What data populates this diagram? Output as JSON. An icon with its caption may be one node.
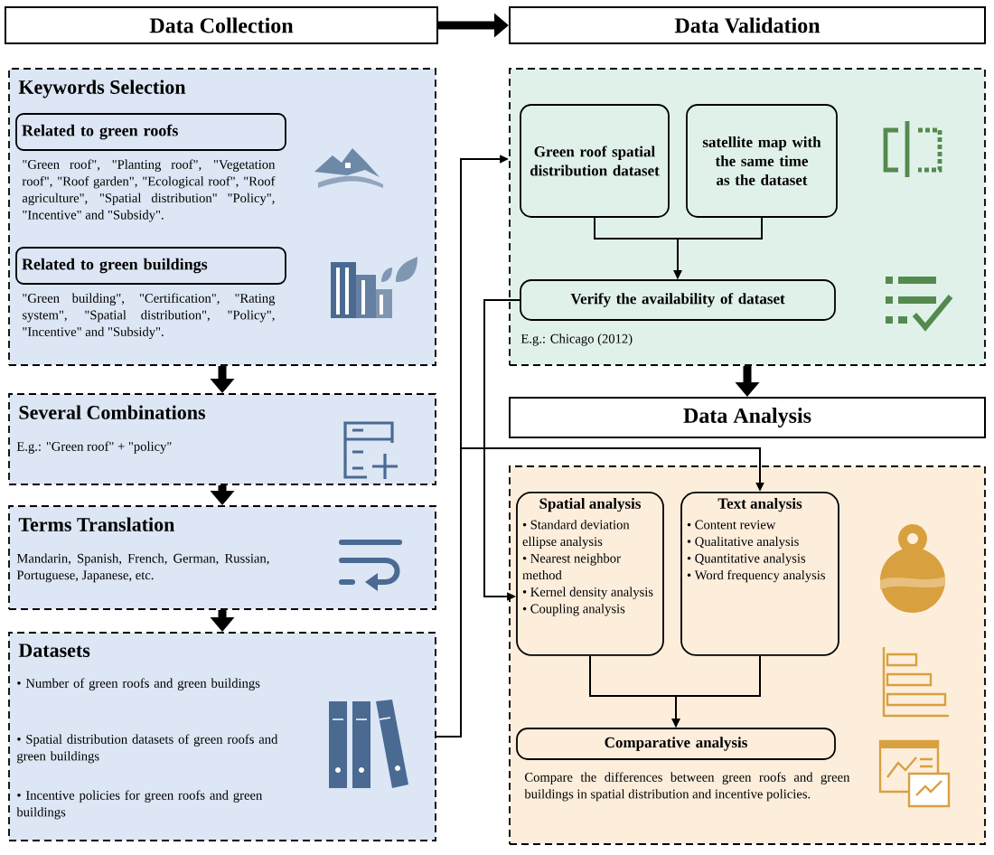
{
  "diagram": {
    "nodes": [
      {
        "text": [
          "Data Collection"
        ]
      },
      {
        "text": [
          "Data Validation"
        ]
      },
      {
        "text": [
          "Keywords Selection"
        ]
      },
      {
        "text": [
          "Related to green roofs"
        ],
        "in": 2,
        "beside": [
          "\"Green roof\", \"Planting roof\", \"Vegetation roof\", \"Roof garden\", \"Ecological roof\", \"Roof agriculture\", \"Spatial distribution\" \"Policy\", \"Incentive\" and \"Subsidy\"."
        ]
      },
      {
        "text": [
          "Related to green buildings"
        ],
        "in": 2,
        "beside": [
          "\"Green building\", \"Certification\", \"Rating system\", \"Spatial distribution\", \"Policy\", \"Incentive\" and \"Subsidy\"."
        ]
      },
      {
        "text": [
          "Several Combinations",
          "E.g.: \"Green roof\" + \"policy\""
        ]
      },
      {
        "text": [
          "Terms Translation",
          "Mandarin, Spanish, French, German, Russian, Portuguese, Japanese, etc."
        ]
      },
      {
        "text": [
          "Datasets",
          "• Number of green roofs and green buildings",
          "• Spatial distribution datasets of green roofs and green buildings",
          "• Incentive policies for green roofs and green buildings"
        ]
      },
      {
        "text": [
          "E.g.: Chicago (2012)"
        ]
      },
      {
        "text": [
          "Green roof spatial distribution dataset"
        ],
        "in": 8
      },
      {
        "text": [
          "satellite map with the same time as the dataset"
        ],
        "in": 8
      },
      {
        "text": [
          "Verify the availability of dataset"
        ],
        "in": 8
      },
      {
        "text": [
          "Data Analysis"
        ]
      },
      {
        "text": [],
        "shape": "box"
      },
      {
        "text": [
          "Spatial analysis",
          "• Standard deviation ellipse analysis",
          "• Nearest neighbor method",
          "• Kernel density analysis",
          "• Coupling analysis"
        ],
        "in": 13
      },
      {
        "text": [
          "Text analysis",
          "• Content review",
          "• Qualitative analysis",
          "• Quantitative analysis",
          "• Word frequency analysis"
        ],
        "in": 13
      },
      {
        "text": [
          "Comparative analysis"
        ],
        "in": 13,
        "beside": [
          "Compare the differences between green roofs and green buildings in spatial distribution and incentive policies."
        ]
      }
    ],
    "edges": [
      {
        "from": 0,
        "to": 1,
        "arrow": "to",
        "style": "thick"
      },
      {
        "from": 2,
        "to": 5,
        "arrow": "to",
        "style": "thick"
      },
      {
        "from": 5,
        "to": 6,
        "arrow": "to",
        "style": "thick"
      },
      {
        "from": 6,
        "to": 7,
        "arrow": "to",
        "style": "thick"
      },
      {
        "from": 9,
        "to": 11,
        "arrow": "to"
      },
      {
        "from": 10,
        "to": 11,
        "arrow": "to"
      },
      {
        "from": 8,
        "to": 12,
        "arrow": "to",
        "style": "thick"
      },
      {
        "from": 7,
        "to": 8,
        "arrow": "to"
      },
      {
        "from": 7,
        "to": 15,
        "arrow": "to"
      },
      {
        "from": 11,
        "to": 14,
        "arrow": "to"
      },
      {
        "from": 14,
        "to": 16,
        "arrow": "to"
      },
      {
        "from": 15,
        "to": 16,
        "arrow": "to"
      }
    ]
  }
}
